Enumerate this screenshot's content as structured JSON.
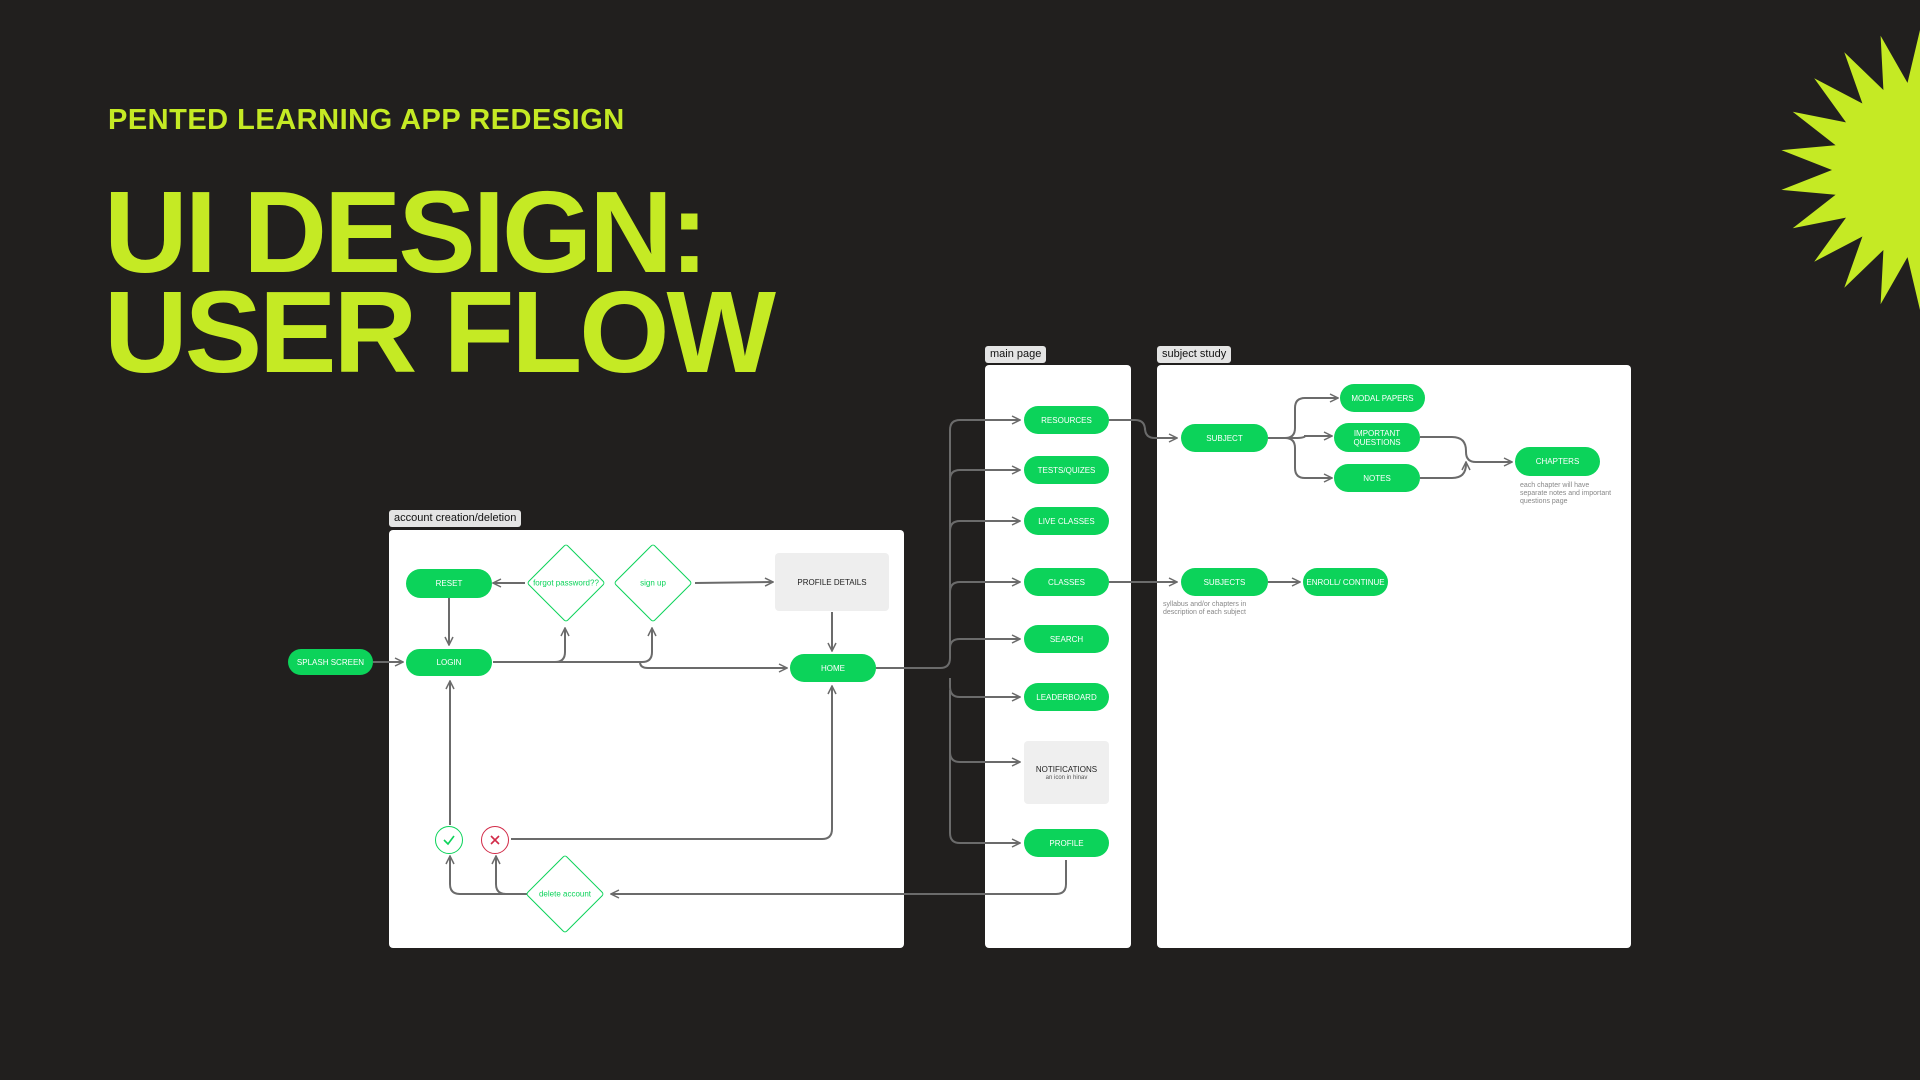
{
  "header": {
    "eyebrow": "PENTED LEARNING APP REDESIGN",
    "title_line1": "UI DESIGN:",
    "title_line2": "USER FLOW"
  },
  "colors": {
    "background": "#211f1e",
    "accent": "#c5ea24",
    "node": "#0cd35a",
    "connector": "#6b6b6b",
    "reject": "#d22b48"
  },
  "frames": {
    "account": "account creation/deletion",
    "main": "main page",
    "subject": "subject study"
  },
  "nodes": {
    "splash": "SPLASH SCREEN",
    "reset": "RESET",
    "login": "LOGIN",
    "forgot": "forgot password??",
    "signup": "sign up",
    "profile_details": "PROFILE DETAILS",
    "home": "HOME",
    "delete": "delete account",
    "resources": "RESOURCES",
    "tests": "TESTS/QUIZES",
    "live": "LIVE CLASSES",
    "classes": "CLASSES",
    "search": "SEARCH",
    "leaderboard": "LEADERBOARD",
    "notifications": "NOTIFICATIONS",
    "notifications_sub": "an icon in hinav",
    "profile": "PROFILE",
    "subject": "SUBJECT",
    "modal": "MODAL PAPERS",
    "important": "IMPORTANT QUESTIONS",
    "notes": "NOTES",
    "chapters": "CHAPTERS",
    "subjects": "SUBJECTS",
    "enroll": "ENROLL/ CONTINUE"
  },
  "notes": {
    "chapters": "each chapter will have separate notes and important questions page",
    "subjects": "syllabus and/or chapters in description of each subject"
  },
  "icons": {
    "burst": "starburst-icon",
    "approve": "check-icon",
    "reject": "close-icon"
  }
}
